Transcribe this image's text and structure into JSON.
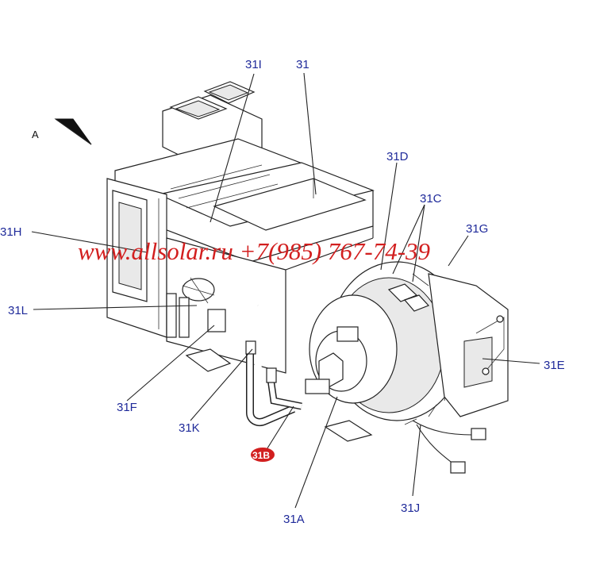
{
  "direction_marker": "A",
  "labels": {
    "l31": "31",
    "l31I": "31I",
    "l31D": "31D",
    "l31C": "31C",
    "l31G": "31G",
    "l31H": "31H",
    "l31L": "31L",
    "l31E": "31E",
    "l31F": "31F",
    "l31K": "31K",
    "l31B": "31B",
    "l31A": "31A",
    "l31J": "31J"
  },
  "watermark": "www.allsolar.ru +7(985) 767-74-39",
  "colors": {
    "label": "#1f2a9a",
    "watermark": "#d21f1f",
    "badge": "#d21f1f",
    "line": "#222222"
  }
}
